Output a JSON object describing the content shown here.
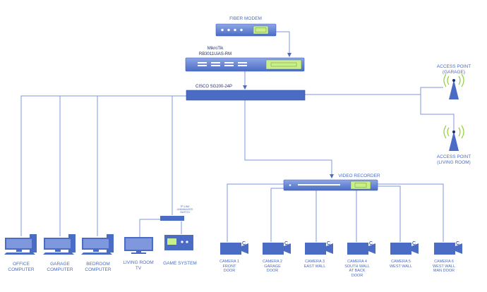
{
  "fiber_modem": {
    "label": "FIBER MODEM"
  },
  "router": {
    "label": "MikroTik\nRB3011UiAS-RM"
  },
  "switch": {
    "label": "CISCO SG200-24P"
  },
  "access_points": [
    {
      "label": "ACCESS POINT\n(GARAGE)"
    },
    {
      "label": "ACCESS POINT\n(LIVING ROOM)"
    }
  ],
  "video_recorder": {
    "label": "VIDEO RECORDER"
  },
  "small_switch": {
    "label": "TP-LINK\nUNMANAGED\nSWITCH"
  },
  "computers": [
    {
      "label": "OFFICE\nCOMPUTER"
    },
    {
      "label": "GARAGE\nCOMPUTER"
    },
    {
      "label": "BEDROOM\nCOMPUTER"
    }
  ],
  "tv": {
    "label": "LIVING ROOM\nTV"
  },
  "game_system": {
    "label": "GAME SYSTEM"
  },
  "cameras": [
    {
      "label": "CAMERA 1\nFRONT\nDOOR"
    },
    {
      "label": "CAMERA 2\nGARAGE\nDOOR"
    },
    {
      "label": "CAMERA 3\nEAST WALL"
    },
    {
      "label": "CAMERA 4\nSOUTH WALL\nAT BACK\nDOOR"
    },
    {
      "label": "CAMERA 5\nWEST WALL"
    },
    {
      "label": "CAMERA 6\nWEST WALL\nMAN DOOR"
    }
  ],
  "colors": {
    "line": "#7f97dd",
    "device": "#4a6cc4",
    "device_light": "#7f97dd",
    "accent": "#c8ef8a",
    "text": "#4a6cc4"
  }
}
